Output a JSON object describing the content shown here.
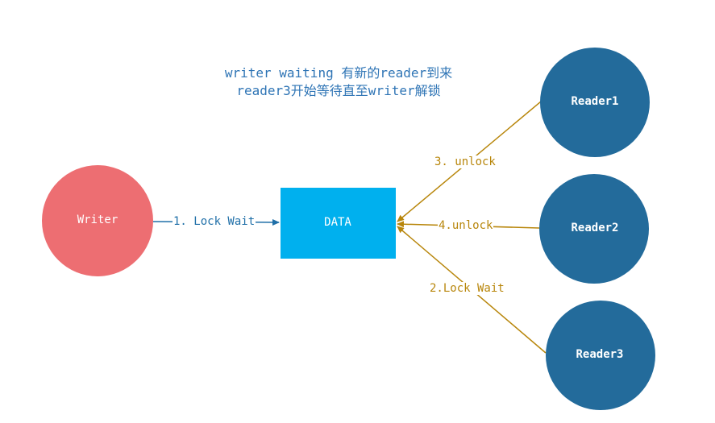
{
  "title": {
    "line1": "writer waiting 有新的reader到来",
    "line2": "reader3开始等待直至writer解锁"
  },
  "nodes": {
    "writer": {
      "label": "Writer",
      "color": "#ed6e72"
    },
    "data": {
      "label": "DATA",
      "color": "#00b0ee"
    },
    "reader1": {
      "label": "Reader1",
      "color": "#236b9b"
    },
    "reader2": {
      "label": "Reader2",
      "color": "#236b9b"
    },
    "reader3": {
      "label": "Reader3",
      "color": "#236b9b"
    }
  },
  "edges": {
    "writer_to_data": {
      "label": "1. Lock Wait",
      "color": "#1f6fa8"
    },
    "reader1_to_data": {
      "label": "3. unlock",
      "color": "#b8860b"
    },
    "reader2_to_data": {
      "label": "4.unlock",
      "color": "#b8860b"
    },
    "reader3_to_data": {
      "label": "2.Lock Wait",
      "color": "#b8860b"
    }
  }
}
